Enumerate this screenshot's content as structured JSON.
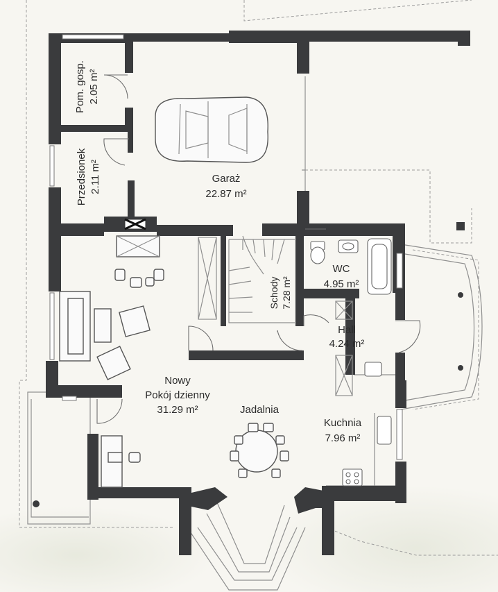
{
  "rooms": {
    "pom_gosp": {
      "name": "Pom. gosp.",
      "area": "2.05 m²"
    },
    "przedsionek": {
      "name": "Przedsionek",
      "area": "2.11 m²"
    },
    "garaz": {
      "name": "Garaż",
      "area": "22.87 m²"
    },
    "schody": {
      "name": "Schody",
      "area": "7.28 m²"
    },
    "wc": {
      "name": "WC",
      "area": "4.95 m²"
    },
    "hall": {
      "name": "Hall",
      "area": "4.24 m²"
    },
    "pokoj": {
      "line1": "Nowy",
      "line2": "Pokój dzienny",
      "area": "31.29 m²"
    },
    "jadalnia": {
      "name": "Jadalnia"
    },
    "kuchnia": {
      "name": "Kuchnia",
      "area": "7.96 m²"
    }
  },
  "colors": {
    "wall": "#3a3b3d",
    "background": "#f7f6f1",
    "outline": "#9c9c9c"
  }
}
